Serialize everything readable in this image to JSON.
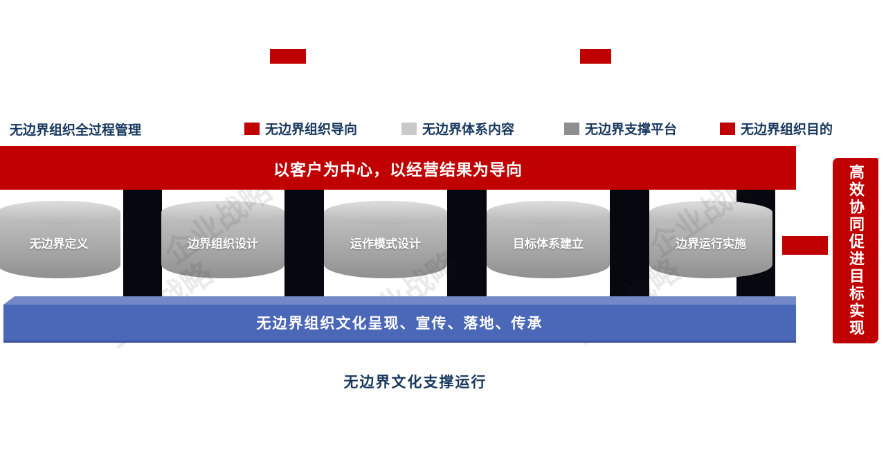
{
  "legend": {
    "title": "无边界组织全过程管理",
    "items": [
      {
        "label": "无边界组织导向",
        "color": "#c00000"
      },
      {
        "label": "无边界体系内容",
        "color": "#c9c9c9"
      },
      {
        "label": "无边界支撑平台",
        "color": "#8f8f8f"
      },
      {
        "label": "无边界组织目的",
        "color": "#c00000"
      }
    ]
  },
  "top_banner": {
    "text": "以客户为中心，以经营结果为导向",
    "color": "#c00000"
  },
  "cylinders": {
    "items": [
      {
        "label": "无边界定义"
      },
      {
        "label": "边界组织设计"
      },
      {
        "label": "运作模式设计"
      },
      {
        "label": "目标体系建立"
      },
      {
        "label": "边界运行实施"
      }
    ]
  },
  "culture_banner": {
    "text": "无边界组织文化呈现、宣传、落地、传承",
    "color": "#4a67b8"
  },
  "footer": {
    "text": "无边界文化支撑运行"
  },
  "right_banner": {
    "text": "高效协同促进目标实现",
    "color": "#c00000"
  },
  "watermark": {
    "text": "企业战略"
  },
  "colors": {
    "accent_red": "#c00000",
    "navy_text": "#17375e",
    "blue": "#4a67b8",
    "connector_black": "#07070f",
    "cylinder_gray": "#a8a8a8"
  }
}
